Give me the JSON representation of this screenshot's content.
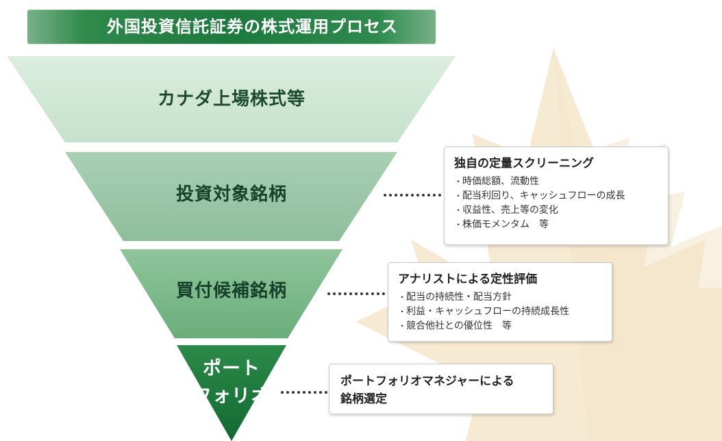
{
  "title": "外国投資信託証券の株式運用プロセス",
  "funnel": {
    "stages": [
      {
        "label": "カナダ上場株式等"
      },
      {
        "label": "投資対象銘柄"
      },
      {
        "label": "買付候補銘柄"
      },
      {
        "label_line1": "ポート",
        "label_line2": "フォリオ"
      }
    ]
  },
  "boxes": {
    "screening": {
      "title": "独自の定量スクリーニング",
      "items": [
        "時価総額、流動性",
        "配当利回り、キャッシュフローの成長",
        "収益性、売上等の変化",
        "株価モメンタム　等"
      ]
    },
    "analyst": {
      "title": "アナリストによる定性評価",
      "items": [
        "配当の持続性・配当方針",
        "利益・キャッシュフローの持続成長性",
        "競合他社との優位性　等"
      ]
    },
    "manager": {
      "text": "ポートフォリオマネジャーによる\n銘柄選定"
    }
  },
  "colors": {
    "stage1": "#cfe6d4",
    "stage2": "#9ec6a9",
    "stage3": "#7fba8d",
    "stage4": "#1d7a3c",
    "leaf": "#f6ead3",
    "banner": "#1c7a3c"
  }
}
